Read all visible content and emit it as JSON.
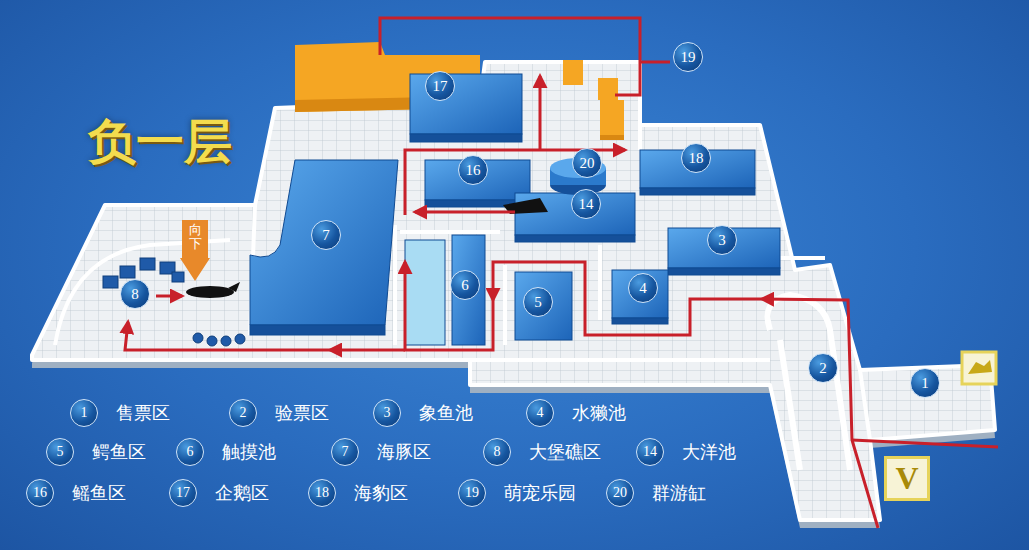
{
  "diagram": {
    "title": "负一层",
    "nodes": [
      {
        "text": [
          "19"
        ]
      },
      {
        "text": [
          "17"
        ]
      },
      {
        "text": [
          "20"
        ]
      },
      {
        "text": [
          "16"
        ]
      },
      {
        "text": [
          "18"
        ]
      },
      {
        "text": [
          "14"
        ]
      },
      {
        "text": [
          "7"
        ]
      },
      {
        "text": [
          "3"
        ]
      },
      {
        "text": [
          "向下"
        ]
      },
      {
        "text": [
          "8"
        ]
      },
      {
        "text": [
          "6"
        ]
      },
      {
        "text": [
          "5"
        ]
      },
      {
        "text": [
          "4"
        ]
      },
      {
        "text": [
          "2"
        ]
      },
      {
        "text": [
          "1"
        ]
      },
      {
        "text": [
          "V"
        ]
      },
      {
        "text": [
          "1",
          "售票区"
        ]
      },
      {
        "text": [
          "2",
          "验票区"
        ]
      },
      {
        "text": [
          "3",
          "象鱼池"
        ]
      },
      {
        "text": [
          "4",
          "水獭池"
        ]
      },
      {
        "text": [
          "5",
          "鳄鱼区"
        ]
      },
      {
        "text": [
          "6",
          "触摸池"
        ]
      },
      {
        "text": [
          "7",
          "海豚区"
        ]
      },
      {
        "text": [
          "8",
          "大堡礁区"
        ]
      },
      {
        "text": [
          "14",
          "大洋池"
        ]
      },
      {
        "text": [
          "16",
          "鳐鱼区"
        ]
      },
      {
        "text": [
          "17",
          "企鹅区"
        ]
      },
      {
        "text": [
          "18",
          "海豹区"
        ]
      },
      {
        "text": [
          "19",
          "萌宠乐园"
        ]
      },
      {
        "text": [
          "20",
          "群游缸"
        ]
      }
    ]
  }
}
